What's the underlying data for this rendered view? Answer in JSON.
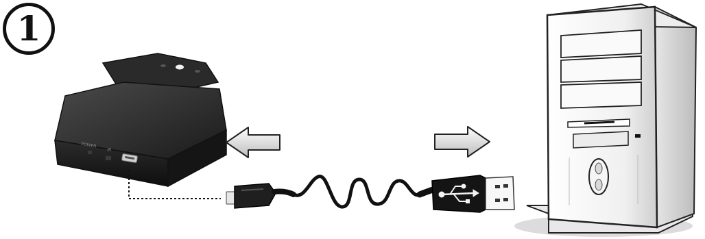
{
  "step": {
    "number": "1",
    "display_glyph": "①"
  },
  "adapter": {
    "power_label": "POWER",
    "ir_label": "IR",
    "icon": "controller-adapter"
  },
  "arrows": {
    "left": {
      "direction": "left",
      "icon": "arrow-left"
    },
    "right": {
      "direction": "right",
      "icon": "arrow-right"
    }
  },
  "cable": {
    "icon": "usb-cable",
    "usb_symbol": "usb-trident"
  },
  "computer": {
    "icon": "desktop-tower-pc"
  },
  "colors": {
    "ink": "#111111",
    "device_dark": "#1e1e1e",
    "device_mid": "#3a3a3a",
    "arrow_fill": "#d9d9d9",
    "tower_fill": "#f4f4f4",
    "tower_shade": "#d8d8d8"
  }
}
